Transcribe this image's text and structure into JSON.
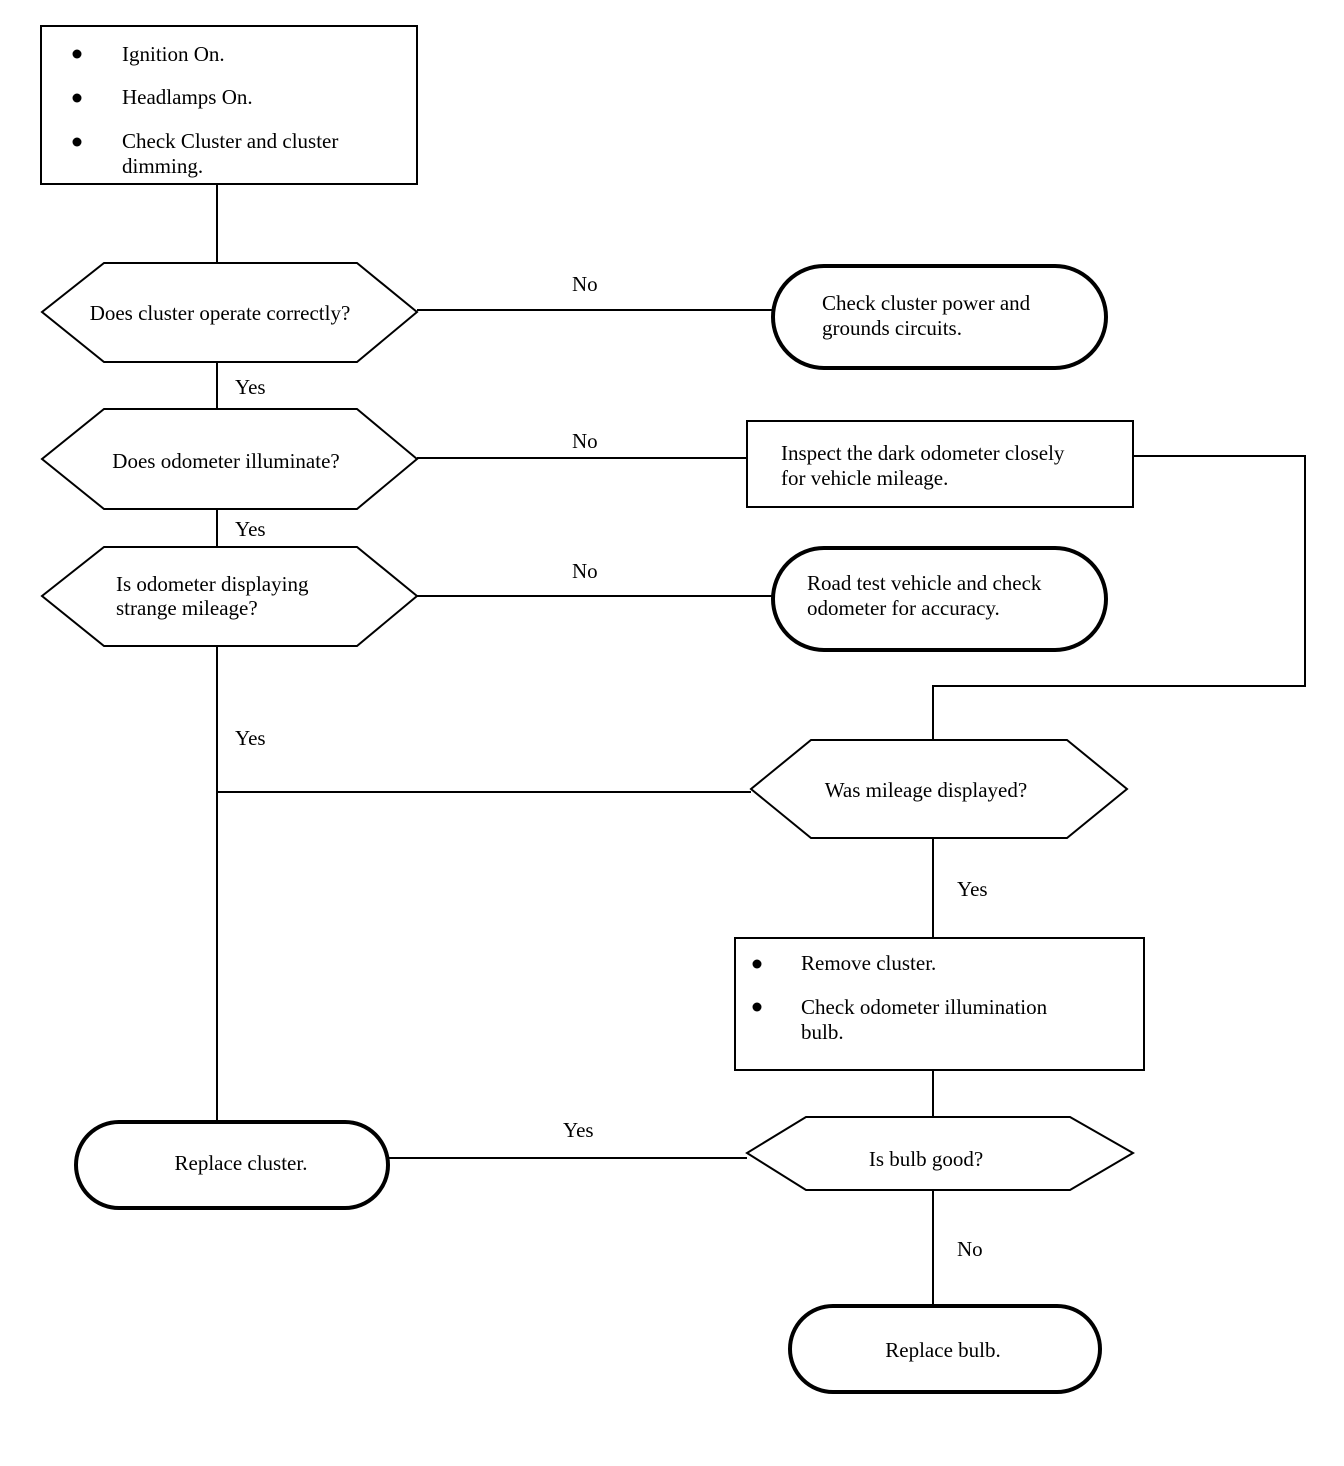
{
  "start_box": {
    "items": [
      "Ignition On.",
      "Headlamps On.",
      "Check Cluster and cluster",
      "dimming."
    ]
  },
  "d1": {
    "text": "Does cluster operate correctly?",
    "no": "No",
    "yes": "Yes"
  },
  "t1": {
    "line1": "Check cluster power and",
    "line2": "grounds circuits."
  },
  "d2": {
    "text": "Does odometer illuminate?",
    "no": "No",
    "yes": "Yes"
  },
  "p2": {
    "line1": "Inspect the dark odometer closely",
    "line2": "for vehicle mileage."
  },
  "d3": {
    "line1": "Is odometer displaying",
    "line2": "strange mileage?",
    "no": "No",
    "yes": "Yes"
  },
  "t3": {
    "line1": "Road test vehicle and check",
    "line2": "odometer for accuracy."
  },
  "d4": {
    "text": "Was mileage displayed?",
    "yes": "Yes"
  },
  "p4": {
    "item1": "Remove cluster.",
    "item2_line1": "Check odometer illumination",
    "item2_line2": "bulb."
  },
  "d5": {
    "text": "Is bulb good?",
    "yes": "Yes",
    "no": "No"
  },
  "t_replace_cluster": {
    "text": "Replace cluster."
  },
  "t_replace_bulb": {
    "text": "Replace bulb."
  }
}
